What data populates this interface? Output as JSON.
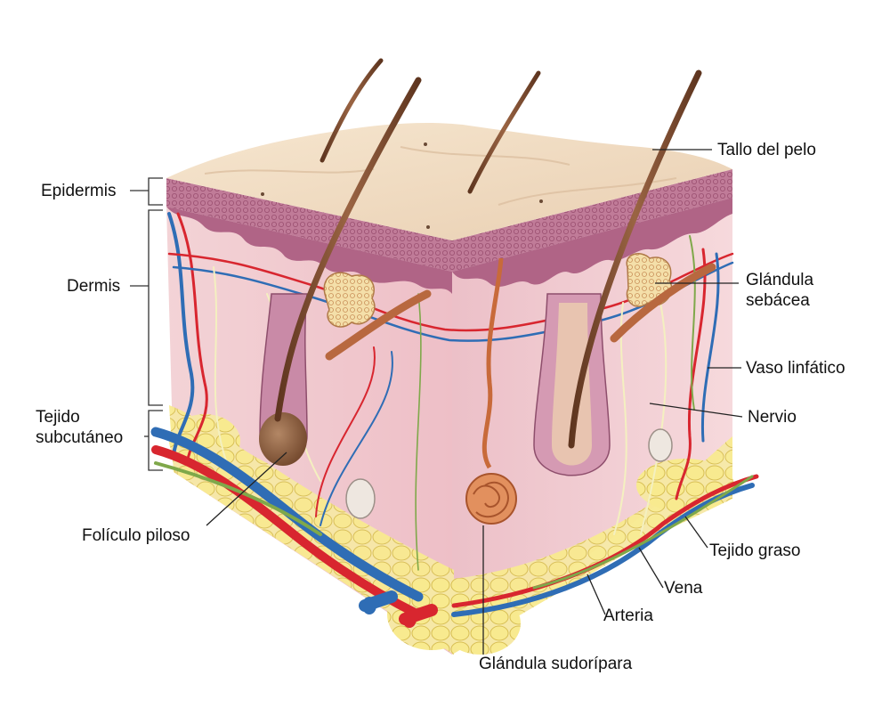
{
  "labels": {
    "epidermis": "Epidermis",
    "dermis": "Dermis",
    "subcutaneous": [
      "Tejido",
      "subcutáneo"
    ],
    "hair_follicle": "Folículo piloso",
    "hair_shaft": "Tallo del pelo",
    "sebaceous_gland": [
      "Glándula",
      "sebácea"
    ],
    "lymph_vessel": "Vaso linfático",
    "nerve": "Nervio",
    "fatty_tissue": "Tejido graso",
    "vein": "Vena",
    "artery": "Arteria",
    "sweat_gland": "Glándula sudorípara"
  },
  "colors": {
    "skin_surface": "#f1dcc3",
    "epidermis": "#b66c8b",
    "dermis": "#f0c8cf",
    "fat": "#f4e49a",
    "artery": "#d8262f",
    "vein": "#2f6db5",
    "hair": "#7a4a2e",
    "nerve": "#f4f0c0",
    "lymph": "#7fa84a"
  }
}
